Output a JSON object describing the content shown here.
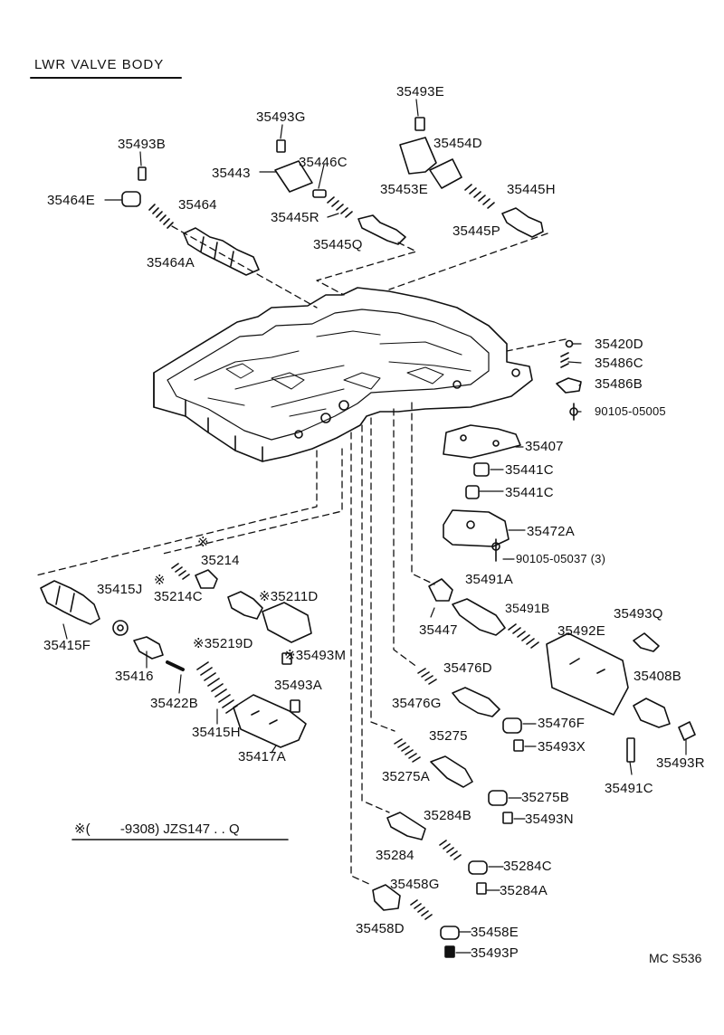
{
  "title": "LWR VALVE BODY",
  "footnote": "※(        -9308) JZS147 . . Q",
  "diagram_code": "MC S536",
  "parts": [
    {
      "id": "p1",
      "label": "35493E"
    },
    {
      "id": "p2",
      "label": "35493G"
    },
    {
      "id": "p3",
      "label": "35454D"
    },
    {
      "id": "p4",
      "label": "35493B"
    },
    {
      "id": "p5",
      "label": "35443"
    },
    {
      "id": "p6",
      "label": "35446C"
    },
    {
      "id": "p7",
      "label": "35453E"
    },
    {
      "id": "p8",
      "label": "35445H"
    },
    {
      "id": "p9",
      "label": "35464E"
    },
    {
      "id": "p10",
      "label": "35464"
    },
    {
      "id": "p11",
      "label": "35445R"
    },
    {
      "id": "p12",
      "label": "35445P"
    },
    {
      "id": "p13",
      "label": "35445Q"
    },
    {
      "id": "p14",
      "label": "35464A"
    },
    {
      "id": "p15",
      "label": "35420D"
    },
    {
      "id": "p16",
      "label": "35486C"
    },
    {
      "id": "p17",
      "label": "35486B"
    },
    {
      "id": "p18",
      "label": "90105-05005"
    },
    {
      "id": "p19",
      "label": "35407"
    },
    {
      "id": "p20",
      "label": "35441C"
    },
    {
      "id": "p21",
      "label": "35441C"
    },
    {
      "id": "p22",
      "label": "35472A"
    },
    {
      "id": "p23",
      "label": "90105-05037 (3)"
    },
    {
      "id": "p24",
      "label": "※"
    },
    {
      "id": "p25",
      "label": "35214"
    },
    {
      "id": "p26",
      "label": "35491A"
    },
    {
      "id": "p27",
      "label": "35415J"
    },
    {
      "id": "p28",
      "label": "※"
    },
    {
      "id": "p29",
      "label": "35214C"
    },
    {
      "id": "p30",
      "label": "※35211D"
    },
    {
      "id": "p31",
      "label": "35491B"
    },
    {
      "id": "p32",
      "label": "35493Q"
    },
    {
      "id": "p33",
      "label": "35447"
    },
    {
      "id": "p34",
      "label": "35492E"
    },
    {
      "id": "p35",
      "label": "35415F"
    },
    {
      "id": "p36",
      "label": "※35219D"
    },
    {
      "id": "p37",
      "label": "※35493M"
    },
    {
      "id": "p38",
      "label": "35476D"
    },
    {
      "id": "p39",
      "label": "35408B"
    },
    {
      "id": "p40",
      "label": "35416"
    },
    {
      "id": "p41",
      "label": "35493A"
    },
    {
      "id": "p42",
      "label": "35422B"
    },
    {
      "id": "p43",
      "label": "35476G"
    },
    {
      "id": "p44",
      "label": "35476F"
    },
    {
      "id": "p45",
      "label": "35415H"
    },
    {
      "id": "p46",
      "label": "35275"
    },
    {
      "id": "p47",
      "label": "35493X"
    },
    {
      "id": "p48",
      "label": "35417A"
    },
    {
      "id": "p49",
      "label": "35493R"
    },
    {
      "id": "p50",
      "label": "35275A"
    },
    {
      "id": "p51",
      "label": "35491C"
    },
    {
      "id": "p52",
      "label": "35275B"
    },
    {
      "id": "p53",
      "label": "35284B"
    },
    {
      "id": "p54",
      "label": "35493N"
    },
    {
      "id": "p55",
      "label": "35284"
    },
    {
      "id": "p56",
      "label": "35284C"
    },
    {
      "id": "p57",
      "label": "35458G"
    },
    {
      "id": "p58",
      "label": "35284A"
    },
    {
      "id": "p59",
      "label": "35458E"
    },
    {
      "id": "p60",
      "label": "35458D"
    },
    {
      "id": "p61",
      "label": "35493P"
    }
  ]
}
